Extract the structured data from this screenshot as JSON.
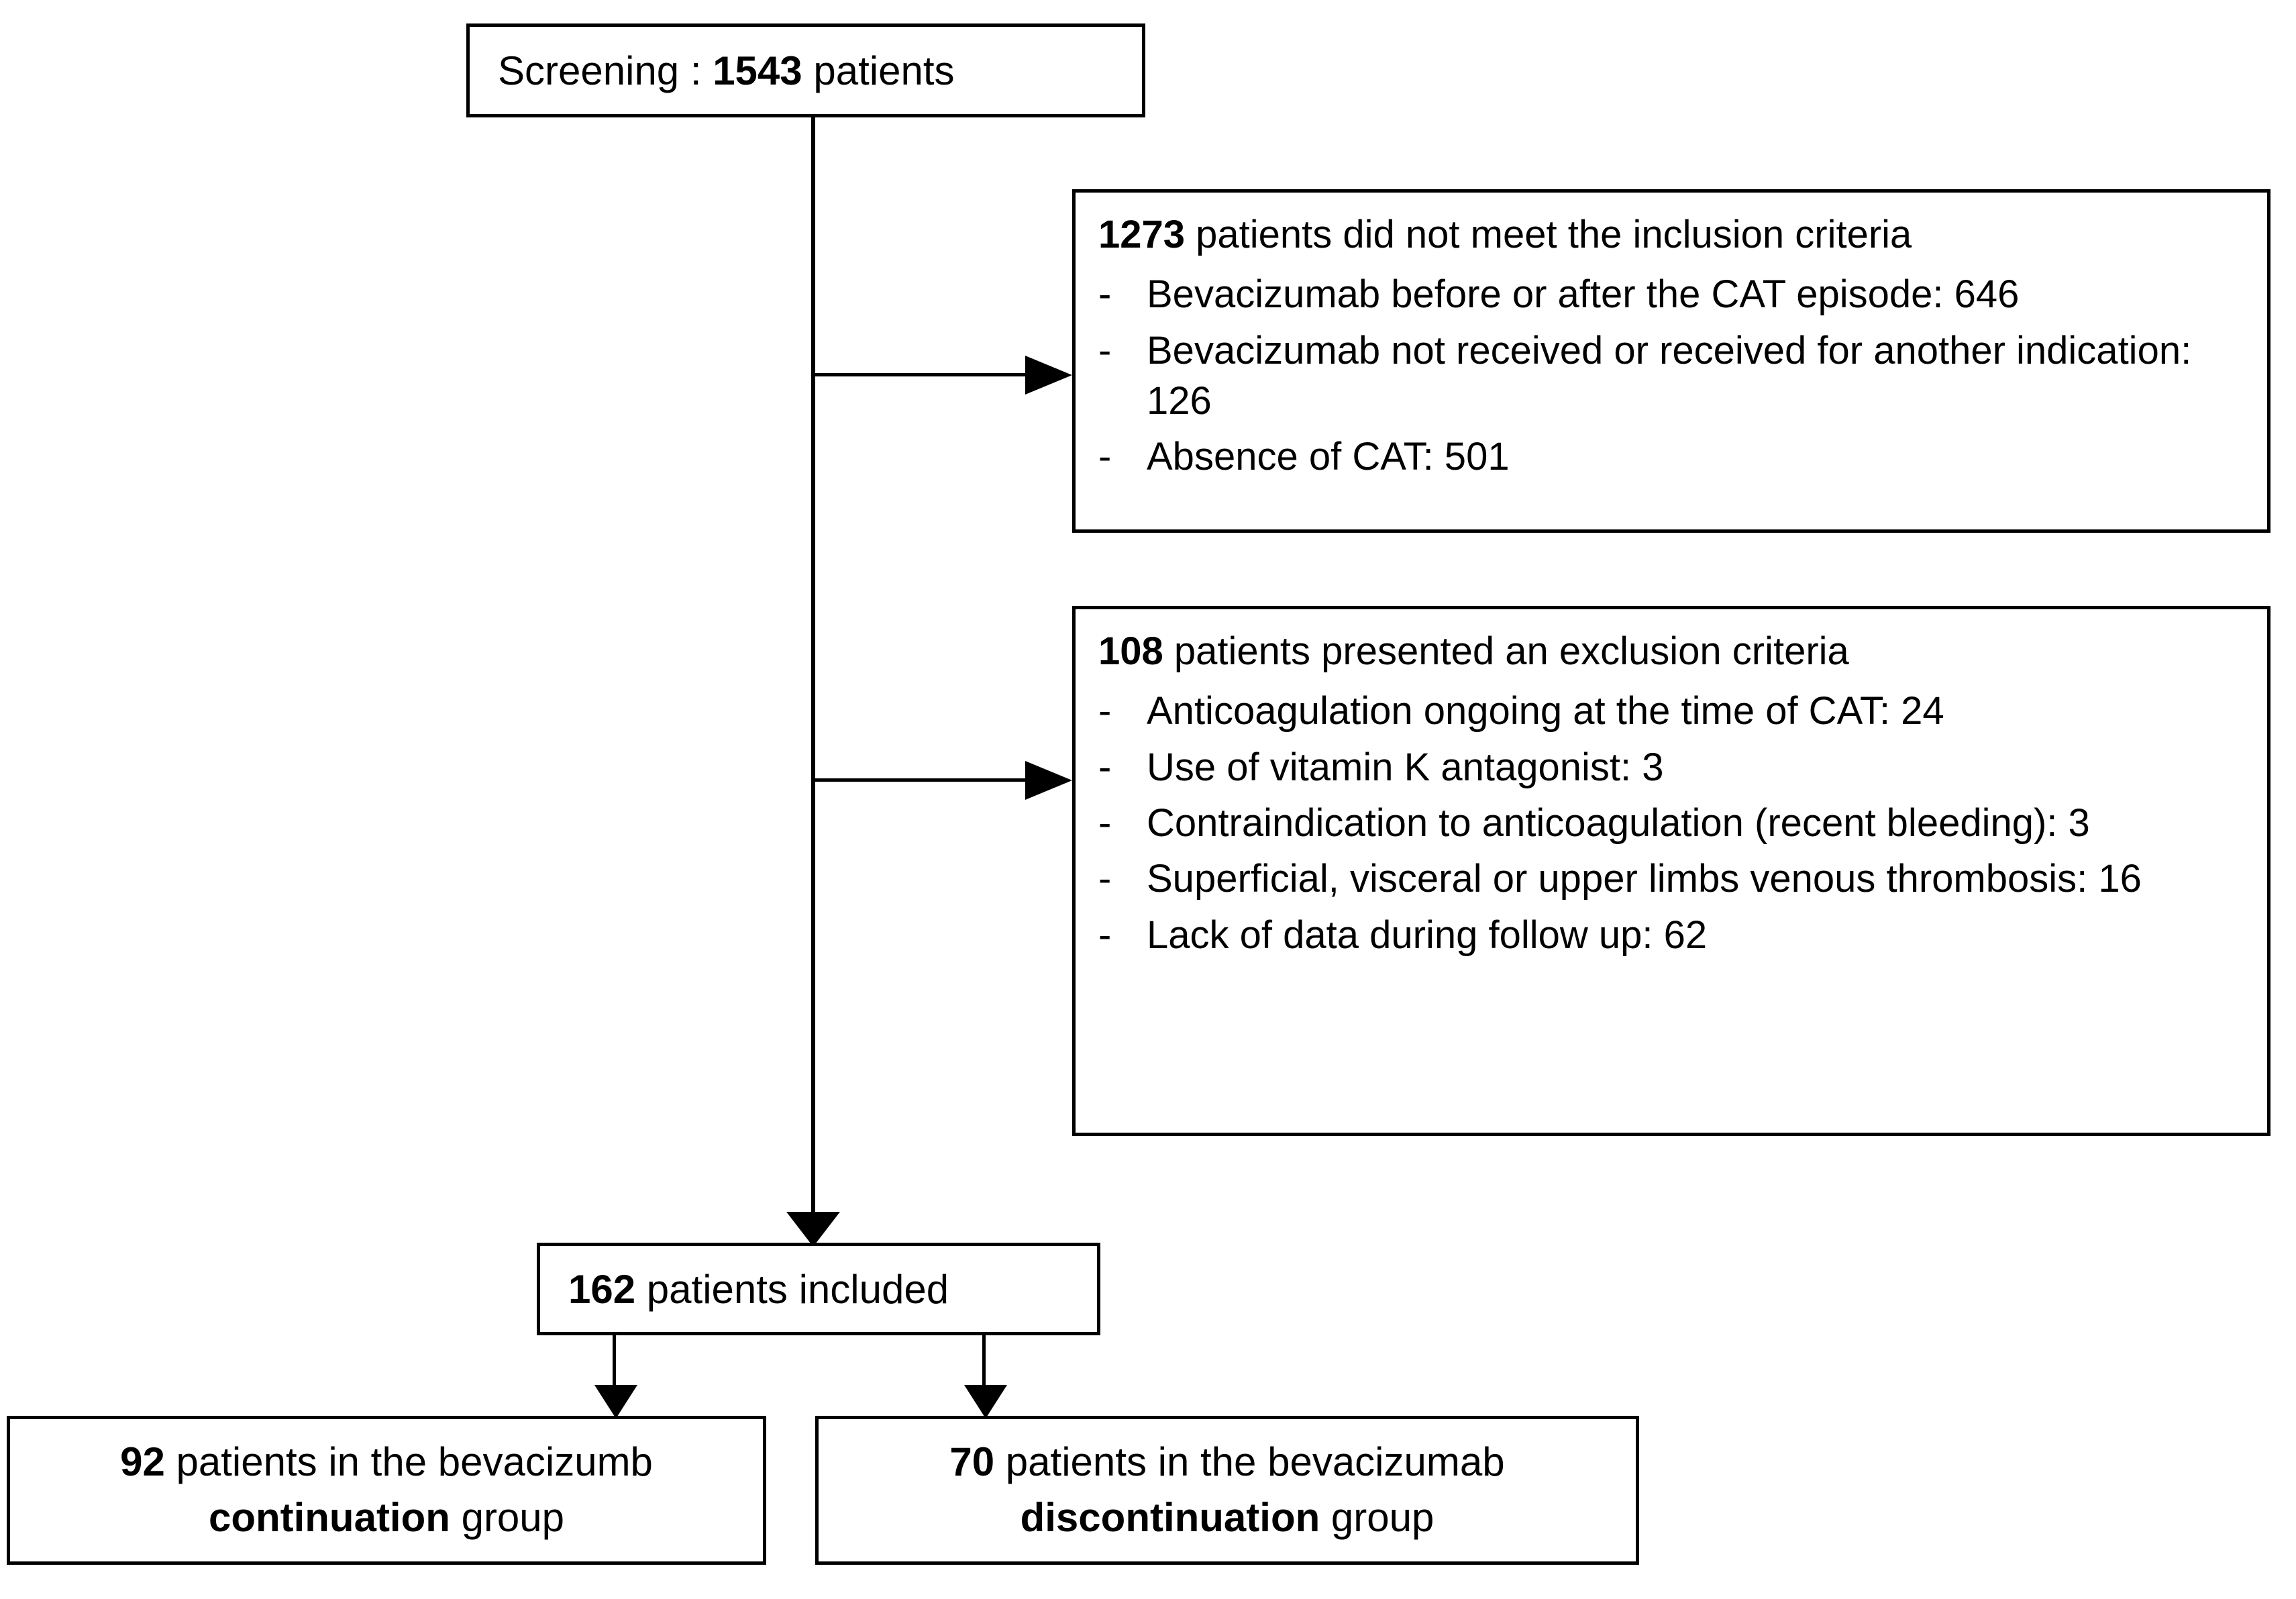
{
  "flowchart": {
    "title": "Patient selection flow diagram",
    "line_color": "#000000",
    "background_color": "#ffffff",
    "screening": {
      "label_prefix": "Screening : ",
      "count": "1543",
      "label_suffix": " patients"
    },
    "inclusion_exclusion": [
      {
        "id": "inclusion",
        "count": "1273",
        "heading_suffix": " patients did not meet the inclusion criteria",
        "bullet_marker": "-",
        "items": [
          "Bevacizumab before or after the CAT episode: 646",
          "Bevacizumab not received or received for another indication: 126",
          "Absence of CAT: 501"
        ]
      },
      {
        "id": "exclusion",
        "count": "108",
        "heading_suffix": " patients presented an exclusion criteria",
        "bullet_marker": "-",
        "items": [
          "Anticoagulation ongoing at the time of CAT: 24",
          "Use of vitamin K antagonist: 3",
          "Contraindication to anticoagulation (recent bleeding): 3",
          "Superficial, visceral or upper limbs venous thrombosis: 16",
          "Lack of data during follow up: 62"
        ]
      }
    ],
    "included": {
      "count": "162",
      "label_suffix": " patients included"
    },
    "groups": [
      {
        "id": "continuation",
        "count": "92",
        "text_before_group": " patients in the bevacizumb ",
        "group_word": "continuation",
        "text_after_group": " group"
      },
      {
        "id": "discontinuation",
        "count": "70",
        "text_before_group": " patients in the bevacizumab ",
        "group_word": "discontinuation",
        "text_after_group": " group"
      }
    ]
  }
}
